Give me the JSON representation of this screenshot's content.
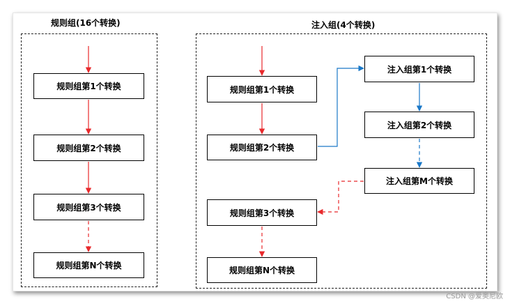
{
  "left_group": {
    "title": "规则组(16个转换)",
    "nodes": [
      "规则组第1个转换",
      "规则组第2个转换",
      "规则组第3个转换",
      "规则组第N个转换"
    ]
  },
  "right_group": {
    "title": "注入组(4个转换)",
    "rule_nodes": [
      "规则组第1个转换",
      "规则组第2个转换",
      "规则组第3个转换",
      "规则组第N个转换"
    ],
    "inject_nodes": [
      "注入组第1个转换",
      "注入组第2个转换",
      "注入组第M个转换"
    ]
  },
  "colors": {
    "rule_arrow": "#e8292c",
    "inject_arrow": "#1a78c8"
  },
  "watermark": "CSDN @爱奥尼欧"
}
